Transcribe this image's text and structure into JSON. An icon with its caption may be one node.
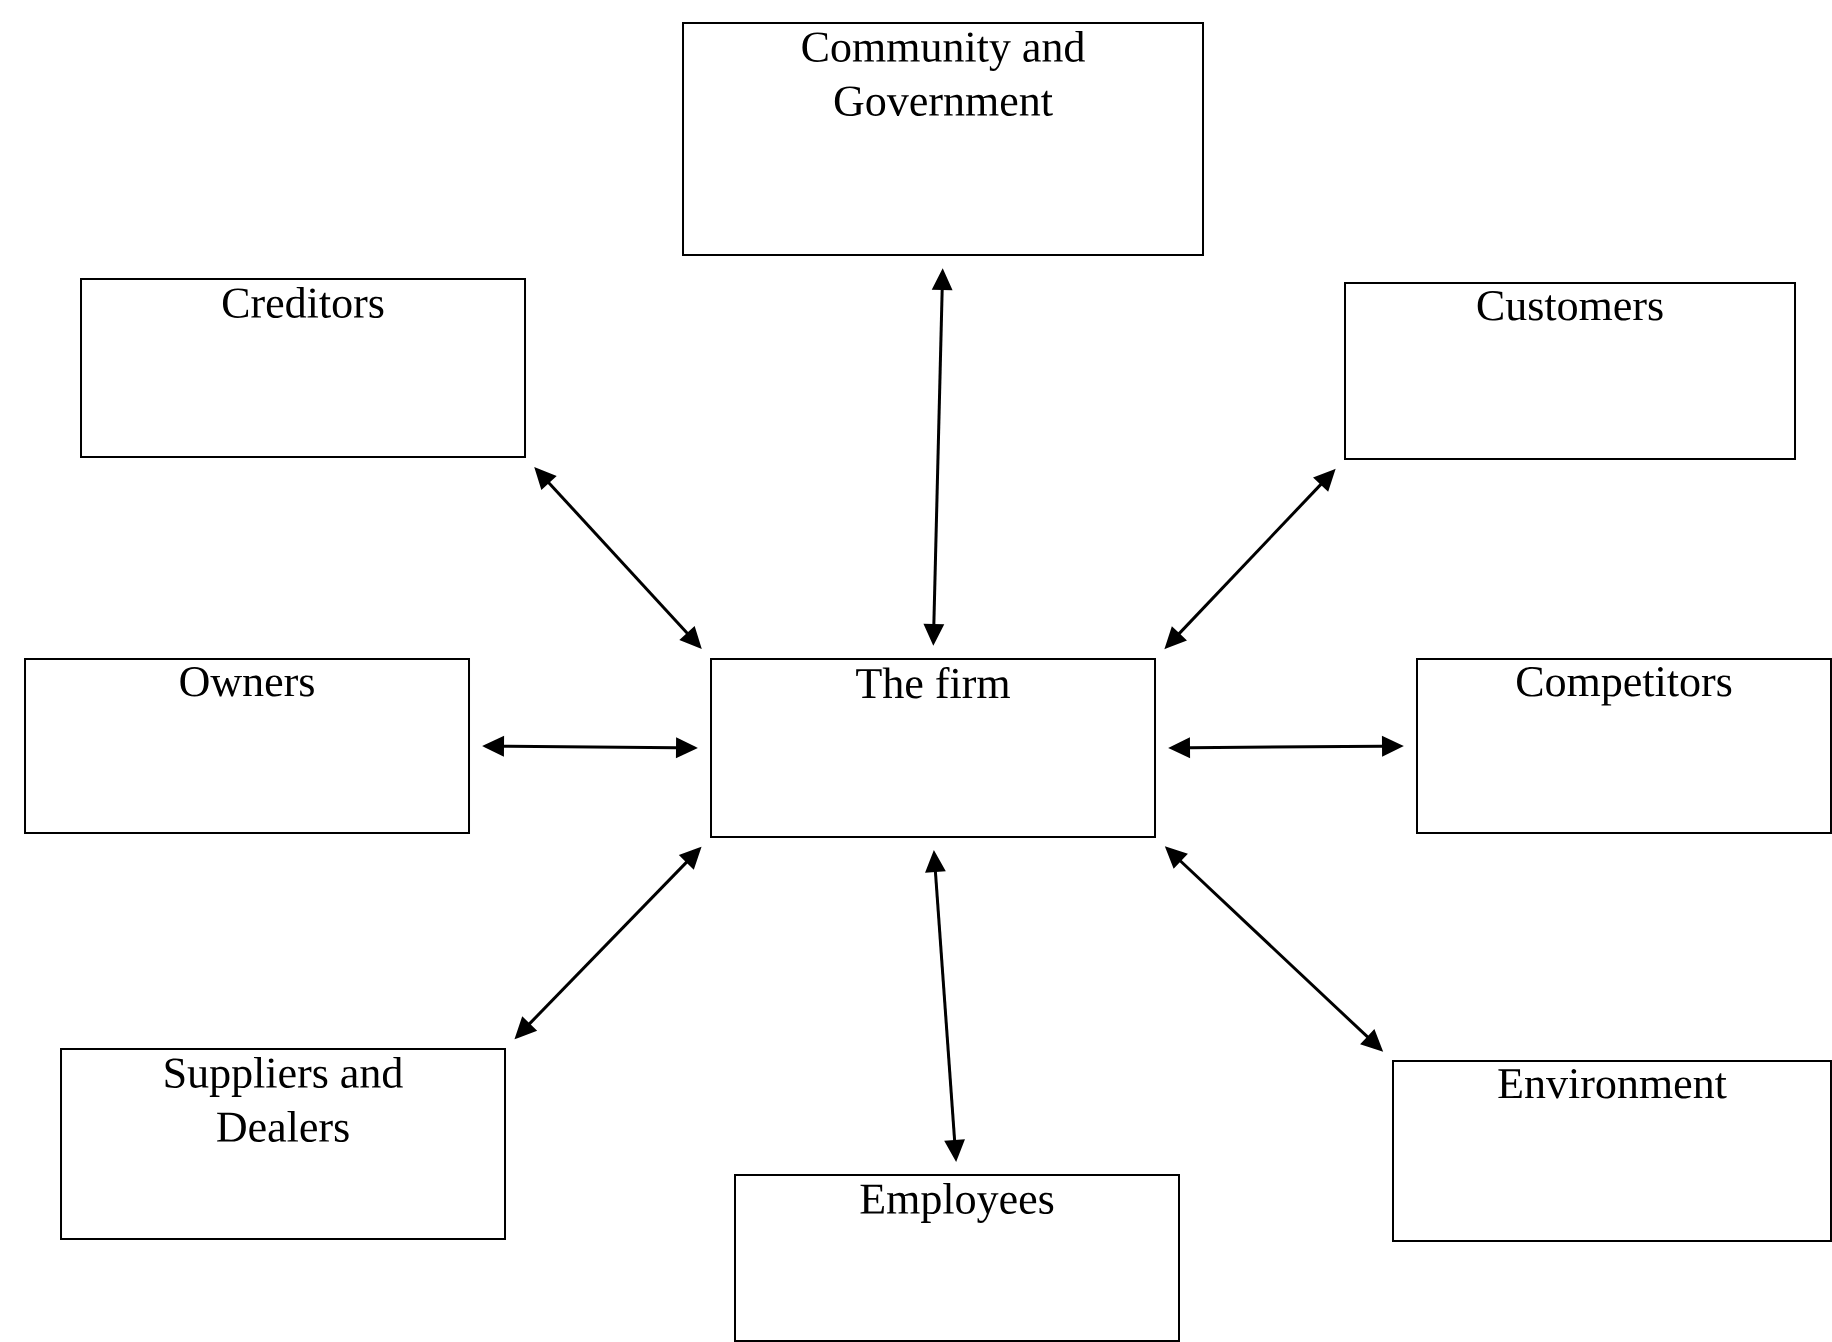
{
  "diagram": {
    "nodes": [
      {
        "text": [
          "Community and Government"
        ]
      },
      {
        "text": [
          "Creditors"
        ]
      },
      {
        "text": [
          "Customers"
        ]
      },
      {
        "text": [
          "Owners"
        ]
      },
      {
        "text": [
          "The firm"
        ]
      },
      {
        "text": [
          "Competitors"
        ]
      },
      {
        "text": [
          "Suppliers and Dealers"
        ]
      },
      {
        "text": [
          "Employees"
        ]
      },
      {
        "text": [
          "Environment"
        ]
      }
    ],
    "edges": [
      {
        "from": 4,
        "to": 0,
        "arrow": "both"
      },
      {
        "from": 4,
        "to": 1,
        "arrow": "both"
      },
      {
        "from": 4,
        "to": 2,
        "arrow": "both"
      },
      {
        "from": 4,
        "to": 3,
        "arrow": "both"
      },
      {
        "from": 4,
        "to": 5,
        "arrow": "both"
      },
      {
        "from": 4,
        "to": 6,
        "arrow": "both"
      },
      {
        "from": 4,
        "to": 7,
        "arrow": "both"
      },
      {
        "from": 4,
        "to": 8,
        "arrow": "both"
      }
    ]
  }
}
